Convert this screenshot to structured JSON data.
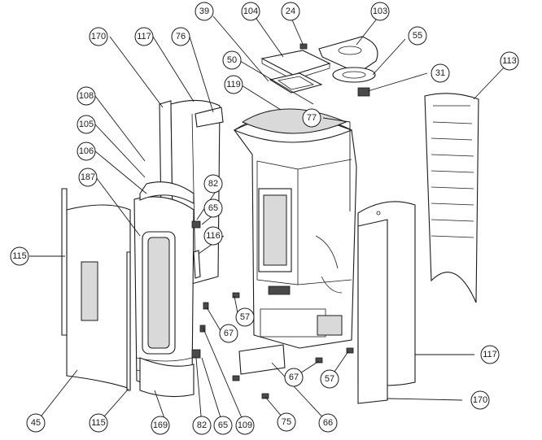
{
  "callouts": [
    "39",
    "104",
    "24",
    "103",
    "55",
    "31",
    "113",
    "170",
    "117",
    "76",
    "50",
    "119",
    "108",
    "105",
    "77",
    "106",
    "187",
    "82",
    "65",
    "116",
    "115",
    "57",
    "67",
    "117",
    "66",
    "169",
    "82",
    "65",
    "109",
    "75",
    "45",
    "115",
    "57",
    "67",
    "170"
  ],
  "colors": {
    "line": "#1a1a1a",
    "background": "#ffffff",
    "shade": "#d9d9d9"
  }
}
